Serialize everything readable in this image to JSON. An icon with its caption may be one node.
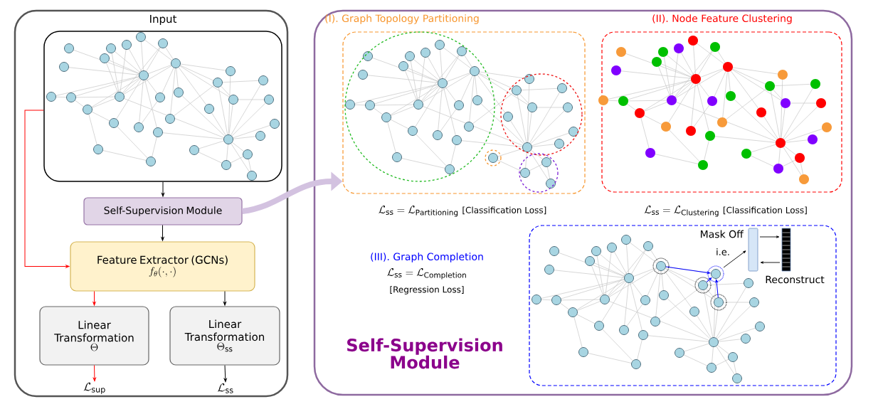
{
  "diagram": {
    "nodes": [
      {
        "text": [],
        "shape": "box"
      },
      {
        "text": [
          "Input"
        ],
        "in": 0
      },
      {
        "text": [
          "Self-Supervision Module"
        ],
        "in": 0
      },
      {
        "text": [
          "Feature Extractor (GCNs)",
          "f_{\\theta}(\\cdot, \\cdot)"
        ],
        "in": 0
      },
      {
        "text": [
          "Linear Transformation",
          "\\Theta"
        ],
        "in": 0
      },
      {
        "text": [
          "Linear Transformation",
          "\\Theta_{\\mathrm{ss}}"
        ],
        "in": 0
      },
      {
        "text": [
          "\\mathcal{L}_{\\mathrm{sup}}"
        ],
        "in": 0
      },
      {
        "text": [
          "\\mathcal{L}_{\\mathrm{ss}}"
        ],
        "in": 0
      },
      {
        "text": [
          "Self-Supervision Module"
        ]
      },
      {
        "text": [
          "(I). Graph Topology Partitioning"
        ],
        "beside": [
          "\\mathcal{L}_{\\mathrm{ss}} = \\mathcal{L}_{\\mathrm{Partitioning}}",
          "[Classification Loss]"
        ],
        "in": 8
      },
      {
        "text": [
          "(II). Node Feature Clustering"
        ],
        "beside": [
          "\\mathcal{L}_{\\mathrm{ss}} = \\mathcal{L}_{\\mathrm{Clustering}}",
          "[Classification Loss]"
        ],
        "in": 8
      },
      {
        "text": [],
        "shape": "box",
        "in": 8
      }
    ],
    "edges": [
      {
        "from": 1,
        "to": 2,
        "arrow": "to"
      },
      {
        "from": 2,
        "to": 3,
        "arrow": "to"
      },
      {
        "from": 3,
        "to": 4,
        "arrow": "to",
        "color": "#ff0000"
      },
      {
        "from": 3,
        "to": 5,
        "arrow": "to"
      },
      {
        "from": 4,
        "to": 6,
        "arrow": "to",
        "color": "#ff0000"
      },
      {
        "from": 5,
        "to": 7,
        "arrow": "to"
      },
      {
        "from": 1,
        "to": 3,
        "arrow": "to",
        "color": "#ff0000"
      },
      {
        "from": 2,
        "to": 9,
        "arrow": "to",
        "style": "thick",
        "color": "#d3c2e0"
      }
    ],
    "labels": [
      "Mask Off",
      "i.e.",
      "(III). Graph Completion",
      "\\mathcal{L}_{\\mathrm{ss}} = \\mathcal{L}_{\\mathrm{Completion}}",
      "Reconstruct",
      "[Regression Loss]"
    ]
  }
}
